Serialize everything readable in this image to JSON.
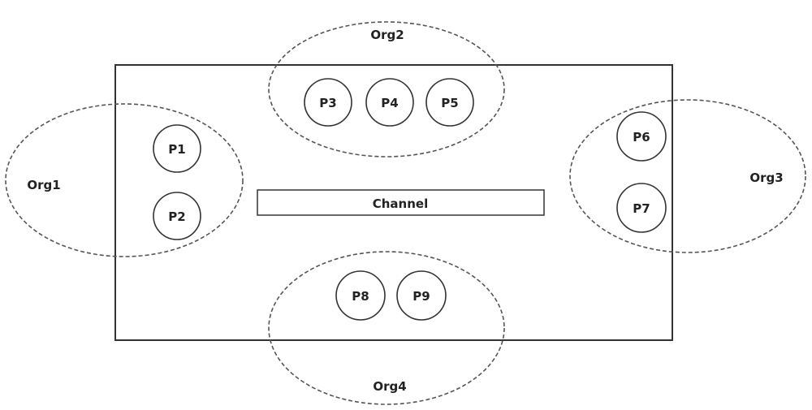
{
  "diagram": {
    "channel_label": "Channel",
    "colors": {
      "stroke": "#333333",
      "text": "#222222",
      "background": "#ffffff"
    },
    "orgs": [
      {
        "label": "Org1",
        "peers": [
          "P1",
          "P2"
        ]
      },
      {
        "label": "Org2",
        "peers": [
          "P3",
          "P4",
          "P5"
        ]
      },
      {
        "label": "Org3",
        "peers": [
          "P6",
          "P7"
        ]
      },
      {
        "label": "Org4",
        "peers": [
          "P8",
          "P9"
        ]
      }
    ]
  }
}
